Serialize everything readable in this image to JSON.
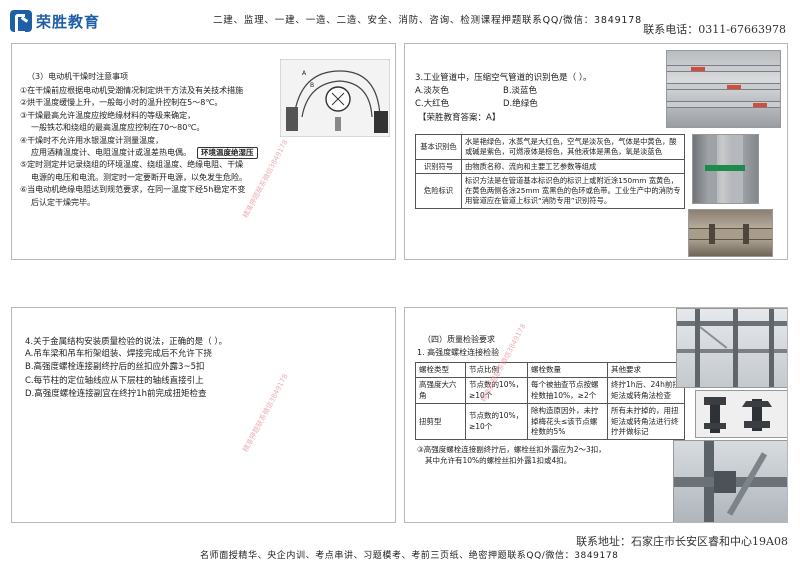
{
  "header": {
    "logo_text": "荣胜教育",
    "banner": "二建、监理、一建、一造、二造、安全、消防、咨询、检测课程押题联系QQ/微信：3849178",
    "phone": "联系电话：0311-67663978"
  },
  "footer": {
    "address": "联系地址：石家庄市长安区睿和中心19A08",
    "banner": "名师面授精华、央企内训、考点串讲、习题模考、考前三页纸、绝密押题联系QQ/微信：3849178"
  },
  "panel1": {
    "title": "（3）电动机干燥时注意事项",
    "lines": [
      "①在干燥前应根据电动机受潮情况制定烘干方法及有关技术措施",
      "②烘干温度缓慢上升，一般每小时的温升控制在5～8℃。",
      "③干燥最高允许温度应按绝缘材料的等级来确定，",
      "一般铁芯和绕组的最高温度应控制在70～80℃。",
      "④干燥时不允许用水银温度计测量温度，",
      "应用酒精温度计、电阻温度计或温差热电偶。",
      "⑤定时测定并记录绕组的环境温度、绕组温度、绝缘电阻、干燥",
      "电源的电压和电流。测定时一定要断开电源，以免发生危险。",
      "⑥当电动机绝缘电阻达到规范要求，在同一温度下经5h稳定不变",
      "后认定干燥完毕。"
    ],
    "callout": "环境温度绝湿压",
    "figure_labels": [
      "A",
      "B"
    ]
  },
  "panel2": {
    "question": "3.工业管道中，压缩空气管道的识别色是（    ）。",
    "options": [
      "A.淡灰色",
      "B.淡蓝色",
      "C.大红色",
      "D.绝绿色"
    ],
    "answer": "【荣胜教育答案：A】",
    "table": [
      {
        "label": "基本识别色",
        "text": "水是艳绿色，水蒸气是大红色，空气是淡灰色，气体是中黄色，酸或碱是紫色，可燃液体是棕色，其他液体是黑色，氧是淡蓝色"
      },
      {
        "label": "识别符号",
        "text": "由物质名称、流向和主要工艺参数等组成"
      },
      {
        "label": "危险标识",
        "text": "标识方法是在管道基本标识色的标识上或附近涂150mm 宽黄色，在黄色两侧各涂25mm 宽黑色的色环或色带。工业生产中的消防专用管道应在管道上标识“消防专用”识别符号。"
      }
    ]
  },
  "panel3": {
    "question": "4.关于金属结构安装质量检验的说法，正确的是（    ）。",
    "options": [
      "A.吊车梁和吊车桁架组装、焊接完成后不允许下挠",
      "B.高强度螺栓连接副终拧后的丝扣应外露3~5扣",
      "C.每节柱的定位轴线应从下层柱的轴线直接引上",
      "D.高强度螺栓连接副宜在终拧1h前完成扭矩检查"
    ]
  },
  "panel4": {
    "title": "（四）质量检验要求",
    "subtitle": "1. 高强度螺栓连接检验",
    "table": {
      "headers": [
        "螺栓类型",
        "节点比例",
        "螺栓数量",
        "其他要求"
      ],
      "rows": [
        [
          "高强度大六角",
          "节点数的10%，≥10个",
          "每个被抽查节点按螺栓数抽10%，≥2个",
          "终拧1h后、24h前扭矩法或转角法检查"
        ],
        [
          "扭剪型",
          "节点数的10%，≥10个",
          "除构造原因外，未拧掉梅花头≤该节点螺栓数的5%",
          "所有未拧掉的，用扭矩法或转角法进行终拧并做标记"
        ]
      ]
    },
    "note_lines": [
      "③高强度螺栓连接副终拧后，螺栓丝扣外露应为2～3扣，",
      "其中允许有10%的螺栓丝扣外露1扣或4扣。"
    ]
  },
  "watermark": "精准押题联系微信3849178",
  "colors": {
    "brand": "#1f5fa8",
    "watermark": "#e89aa5",
    "border": "#b8b8b8"
  }
}
